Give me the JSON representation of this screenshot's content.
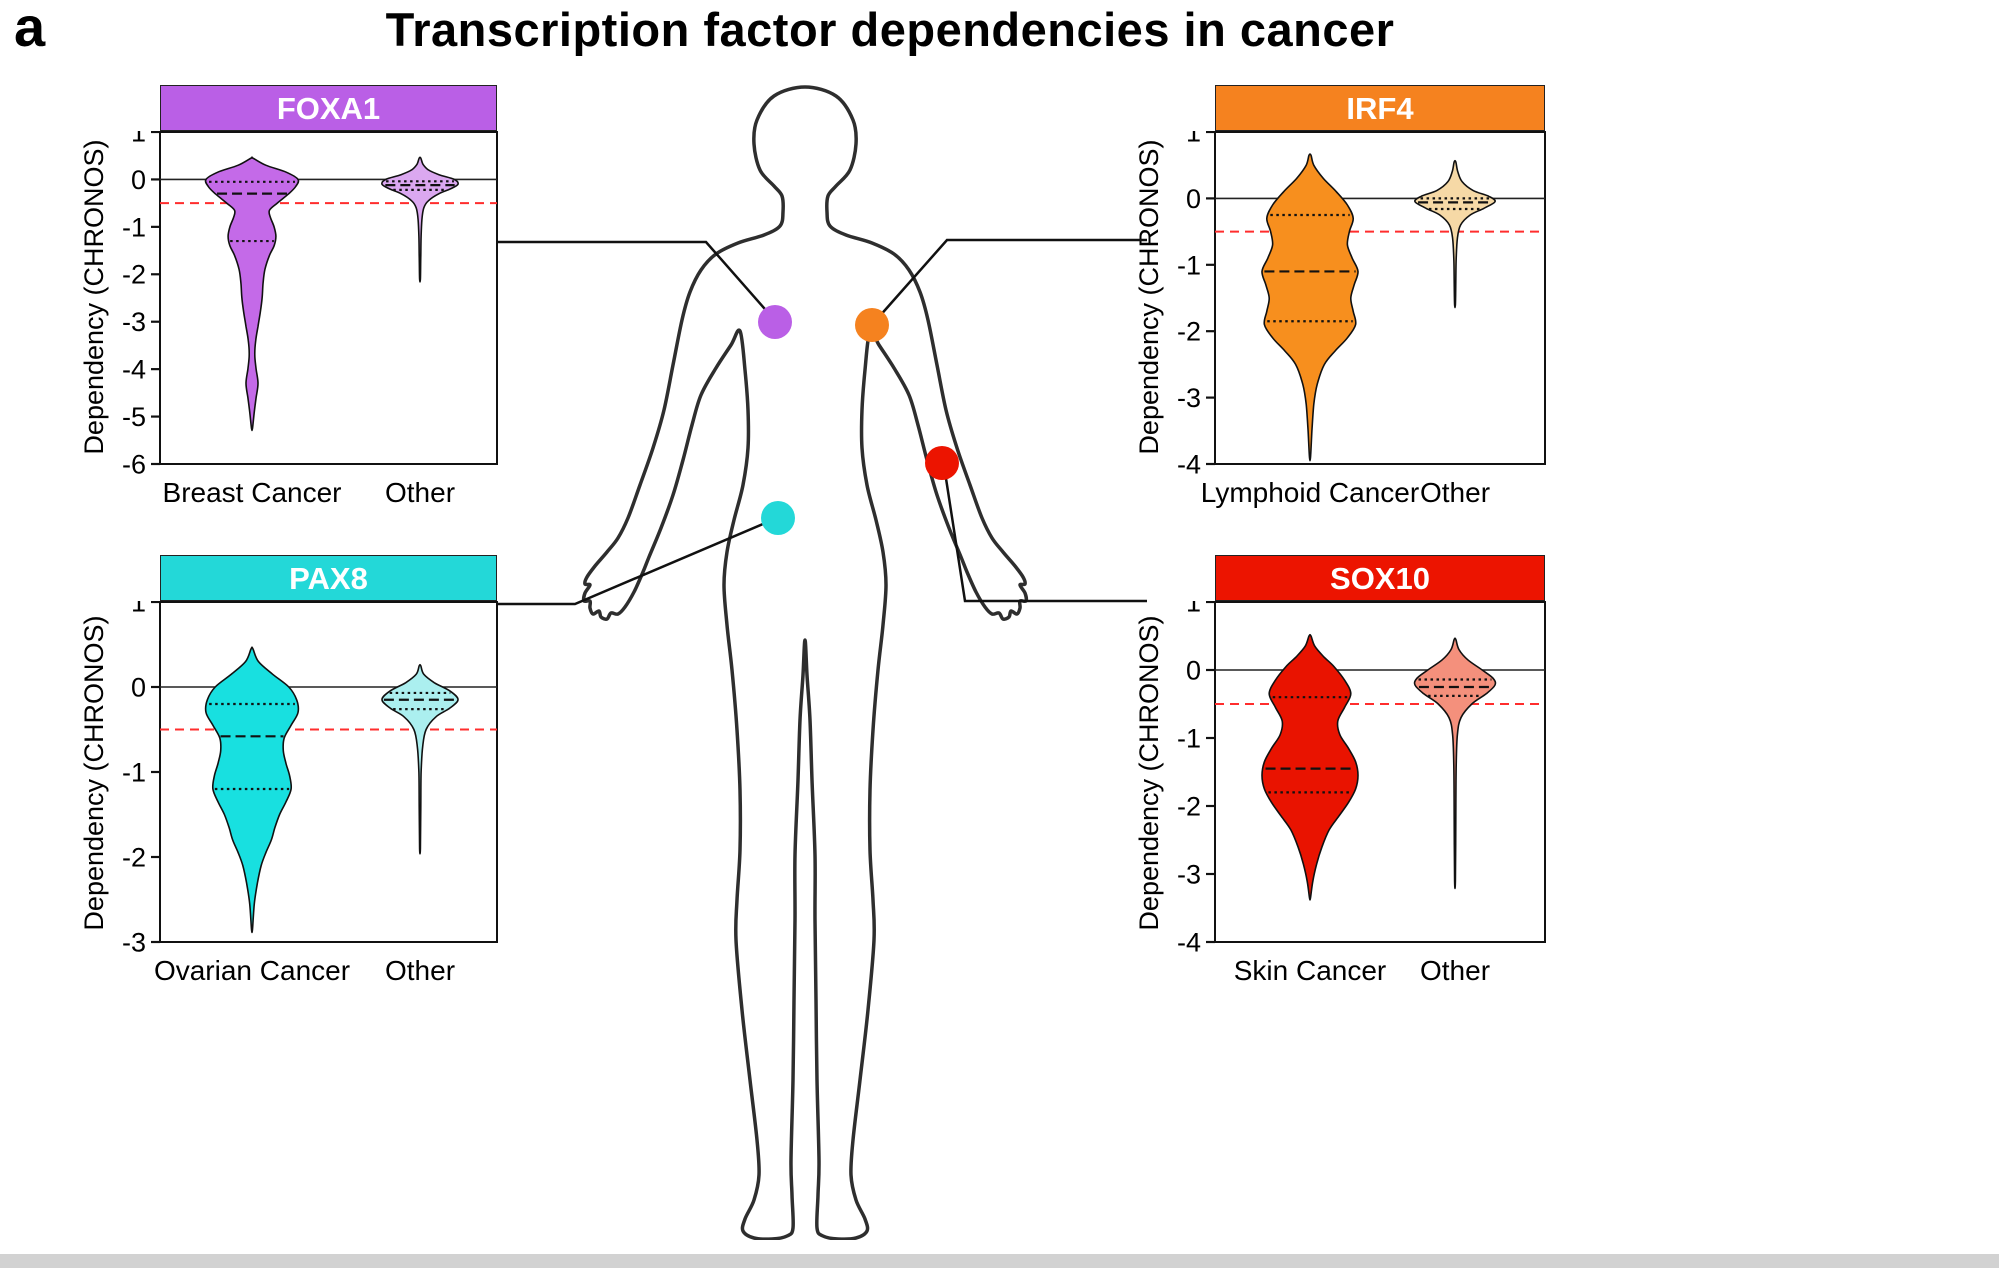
{
  "panel_label": "a",
  "title": "Transcription factor dependencies in cancer",
  "threshold_line": {
    "value": -0.5,
    "color": "#ff2d2d",
    "style": "dashed"
  },
  "connector_color": "#111111",
  "body_outline_color": "#2e2e2e",
  "bottom_strip_color": "#d2d2d2",
  "chart_data": [
    {
      "type": "violin",
      "title": "FOXA1",
      "header_color": "#ba5fe6",
      "accent_color": "#ba5fe6",
      "ylabel": "Dependency (CHRONOS)",
      "ylim": [
        1,
        -6
      ],
      "yticks": [
        1,
        0,
        -1,
        -2,
        -3,
        -4,
        -5,
        -6
      ],
      "threshold": -0.5,
      "categories": [
        "Breast Cancer",
        "Other"
      ],
      "series": [
        {
          "name": "Breast Cancer",
          "fill": "#c46ae8",
          "median": -0.3,
          "q_upper": -0.05,
          "q_lower": -1.3,
          "profile": [
            [
              0.45,
              0.02
            ],
            [
              0.3,
              0.3
            ],
            [
              0.15,
              0.75
            ],
            [
              0,
              1
            ],
            [
              -0.15,
              0.95
            ],
            [
              -0.3,
              0.8
            ],
            [
              -0.5,
              0.55
            ],
            [
              -0.65,
              0.38
            ],
            [
              -0.8,
              0.4
            ],
            [
              -1,
              0.48
            ],
            [
              -1.2,
              0.52
            ],
            [
              -1.4,
              0.48
            ],
            [
              -1.6,
              0.38
            ],
            [
              -1.9,
              0.28
            ],
            [
              -2.2,
              0.24
            ],
            [
              -2.5,
              0.22
            ],
            [
              -2.8,
              0.18
            ],
            [
              -3.1,
              0.13
            ],
            [
              -3.4,
              0.08
            ],
            [
              -3.7,
              0.06
            ],
            [
              -4,
              0.09
            ],
            [
              -4.3,
              0.13
            ],
            [
              -4.6,
              0.09
            ],
            [
              -4.9,
              0.05
            ],
            [
              -5.25,
              0.01
            ]
          ]
        },
        {
          "name": "Other",
          "fill": "#dba8f0",
          "median": -0.12,
          "q_upper": -0.04,
          "q_lower": -0.22,
          "profile": [
            [
              0.45,
              0.02
            ],
            [
              0.32,
              0.08
            ],
            [
              0.2,
              0.22
            ],
            [
              0.1,
              0.5
            ],
            [
              0,
              0.9
            ],
            [
              -0.1,
              1
            ],
            [
              -0.2,
              0.8
            ],
            [
              -0.3,
              0.5
            ],
            [
              -0.45,
              0.22
            ],
            [
              -0.6,
              0.1
            ],
            [
              -0.85,
              0.05
            ],
            [
              -1.2,
              0.03
            ],
            [
              -1.6,
              0.02
            ],
            [
              -2.1,
              0.01
            ]
          ]
        }
      ]
    },
    {
      "type": "violin",
      "title": "IRF4",
      "header_color": "#f5821f",
      "accent_color": "#f5821f",
      "ylabel": "Dependency (CHRONOS)",
      "ylim": [
        1,
        -4
      ],
      "yticks": [
        1,
        0,
        -1,
        -2,
        -3,
        -4
      ],
      "threshold": -0.5,
      "categories": [
        "Lymphoid Cancer",
        "Other"
      ],
      "series": [
        {
          "name": "Lymphoid Cancer",
          "fill": "#f78f1e",
          "median": -1.1,
          "q_upper": -0.25,
          "q_lower": -1.85,
          "profile": [
            [
              0.65,
              0.02
            ],
            [
              0.5,
              0.08
            ],
            [
              0.3,
              0.28
            ],
            [
              0.1,
              0.55
            ],
            [
              -0.1,
              0.78
            ],
            [
              -0.3,
              0.9
            ],
            [
              -0.5,
              0.82
            ],
            [
              -0.7,
              0.78
            ],
            [
              -0.9,
              0.88
            ],
            [
              -1.1,
              1
            ],
            [
              -1.3,
              0.92
            ],
            [
              -1.5,
              0.85
            ],
            [
              -1.7,
              0.9
            ],
            [
              -1.9,
              0.95
            ],
            [
              -2.1,
              0.78
            ],
            [
              -2.3,
              0.52
            ],
            [
              -2.5,
              0.3
            ],
            [
              -2.8,
              0.15
            ],
            [
              -3.1,
              0.08
            ],
            [
              -3.5,
              0.04
            ],
            [
              -3.9,
              0.01
            ]
          ]
        },
        {
          "name": "Other",
          "fill": "#f6d9a6",
          "median": -0.06,
          "q_upper": 0.0,
          "q_lower": -0.16,
          "profile": [
            [
              0.55,
              0.02
            ],
            [
              0.4,
              0.07
            ],
            [
              0.25,
              0.18
            ],
            [
              0.12,
              0.45
            ],
            [
              0.03,
              0.85
            ],
            [
              -0.05,
              1
            ],
            [
              -0.15,
              0.72
            ],
            [
              -0.25,
              0.38
            ],
            [
              -0.4,
              0.14
            ],
            [
              -0.6,
              0.06
            ],
            [
              -0.9,
              0.03
            ],
            [
              -1.25,
              0.02
            ],
            [
              -1.6,
              0.01
            ]
          ]
        }
      ]
    },
    {
      "type": "violin",
      "title": "PAX8",
      "header_color": "#23d8d8",
      "accent_color": "#23d8d8",
      "ylabel": "Dependency (CHRONOS)",
      "ylim": [
        1,
        -3
      ],
      "yticks": [
        1,
        0,
        -1,
        -2,
        -3
      ],
      "threshold": -0.5,
      "categories": [
        "Ovarian Cancer",
        "Other"
      ],
      "series": [
        {
          "name": "Ovarian Cancer",
          "fill": "#18e0e0",
          "median": -0.58,
          "q_upper": -0.2,
          "q_lower": -1.2,
          "profile": [
            [
              0.45,
              0.02
            ],
            [
              0.3,
              0.14
            ],
            [
              0.15,
              0.45
            ],
            [
              0,
              0.8
            ],
            [
              -0.15,
              0.97
            ],
            [
              -0.3,
              1
            ],
            [
              -0.45,
              0.85
            ],
            [
              -0.6,
              0.7
            ],
            [
              -0.75,
              0.68
            ],
            [
              -0.9,
              0.74
            ],
            [
              -1.05,
              0.82
            ],
            [
              -1.2,
              0.85
            ],
            [
              -1.35,
              0.74
            ],
            [
              -1.5,
              0.6
            ],
            [
              -1.65,
              0.5
            ],
            [
              -1.8,
              0.42
            ],
            [
              -1.95,
              0.3
            ],
            [
              -2.1,
              0.2
            ],
            [
              -2.3,
              0.12
            ],
            [
              -2.55,
              0.05
            ],
            [
              -2.85,
              0.01
            ]
          ]
        },
        {
          "name": "Other",
          "fill": "#abefef",
          "median": -0.15,
          "q_upper": -0.07,
          "q_lower": -0.26,
          "profile": [
            [
              0.25,
              0.02
            ],
            [
              0.15,
              0.1
            ],
            [
              0.05,
              0.38
            ],
            [
              -0.05,
              0.8
            ],
            [
              -0.15,
              1
            ],
            [
              -0.25,
              0.78
            ],
            [
              -0.35,
              0.42
            ],
            [
              -0.5,
              0.16
            ],
            [
              -0.7,
              0.07
            ],
            [
              -1,
              0.03
            ],
            [
              -1.4,
              0.02
            ],
            [
              -1.9,
              0.01
            ]
          ]
        }
      ]
    },
    {
      "type": "violin",
      "title": "SOX10",
      "header_color": "#ec1400",
      "accent_color": "#ec1400",
      "ylabel": "Dependency (CHRONOS)",
      "ylim": [
        1,
        -4
      ],
      "yticks": [
        1,
        0,
        -1,
        -2,
        -3,
        -4
      ],
      "threshold": -0.5,
      "categories": [
        "Skin Cancer",
        "Other"
      ],
      "series": [
        {
          "name": "Skin Cancer",
          "fill": "#e91300",
          "median": -1.45,
          "q_upper": -0.4,
          "q_lower": -1.8,
          "profile": [
            [
              0.5,
              0.02
            ],
            [
              0.35,
              0.1
            ],
            [
              0.2,
              0.28
            ],
            [
              0.05,
              0.5
            ],
            [
              -0.15,
              0.72
            ],
            [
              -0.35,
              0.85
            ],
            [
              -0.55,
              0.72
            ],
            [
              -0.75,
              0.58
            ],
            [
              -0.95,
              0.62
            ],
            [
              -1.15,
              0.8
            ],
            [
              -1.35,
              0.95
            ],
            [
              -1.55,
              1
            ],
            [
              -1.75,
              0.95
            ],
            [
              -1.95,
              0.8
            ],
            [
              -2.15,
              0.6
            ],
            [
              -2.35,
              0.4
            ],
            [
              -2.6,
              0.25
            ],
            [
              -2.85,
              0.14
            ],
            [
              -3.1,
              0.06
            ],
            [
              -3.35,
              0.01
            ]
          ]
        },
        {
          "name": "Other",
          "fill": "#f4907c",
          "median": -0.25,
          "q_upper": -0.14,
          "q_lower": -0.38,
          "profile": [
            [
              0.45,
              0.02
            ],
            [
              0.3,
              0.1
            ],
            [
              0.15,
              0.32
            ],
            [
              0,
              0.68
            ],
            [
              -0.12,
              0.95
            ],
            [
              -0.22,
              1
            ],
            [
              -0.35,
              0.78
            ],
            [
              -0.5,
              0.42
            ],
            [
              -0.7,
              0.15
            ],
            [
              -0.95,
              0.06
            ],
            [
              -1.4,
              0.03
            ],
            [
              -2.2,
              0.02
            ],
            [
              -3.1,
              0.01
            ]
          ]
        }
      ]
    }
  ],
  "body_map": {
    "markers": [
      {
        "label": "breast",
        "color": "#ba5fe6"
      },
      {
        "label": "lymphoid",
        "color": "#f5821f"
      },
      {
        "label": "ovarian",
        "color": "#23d8d8"
      },
      {
        "label": "skin",
        "color": "#ec1400"
      }
    ]
  }
}
